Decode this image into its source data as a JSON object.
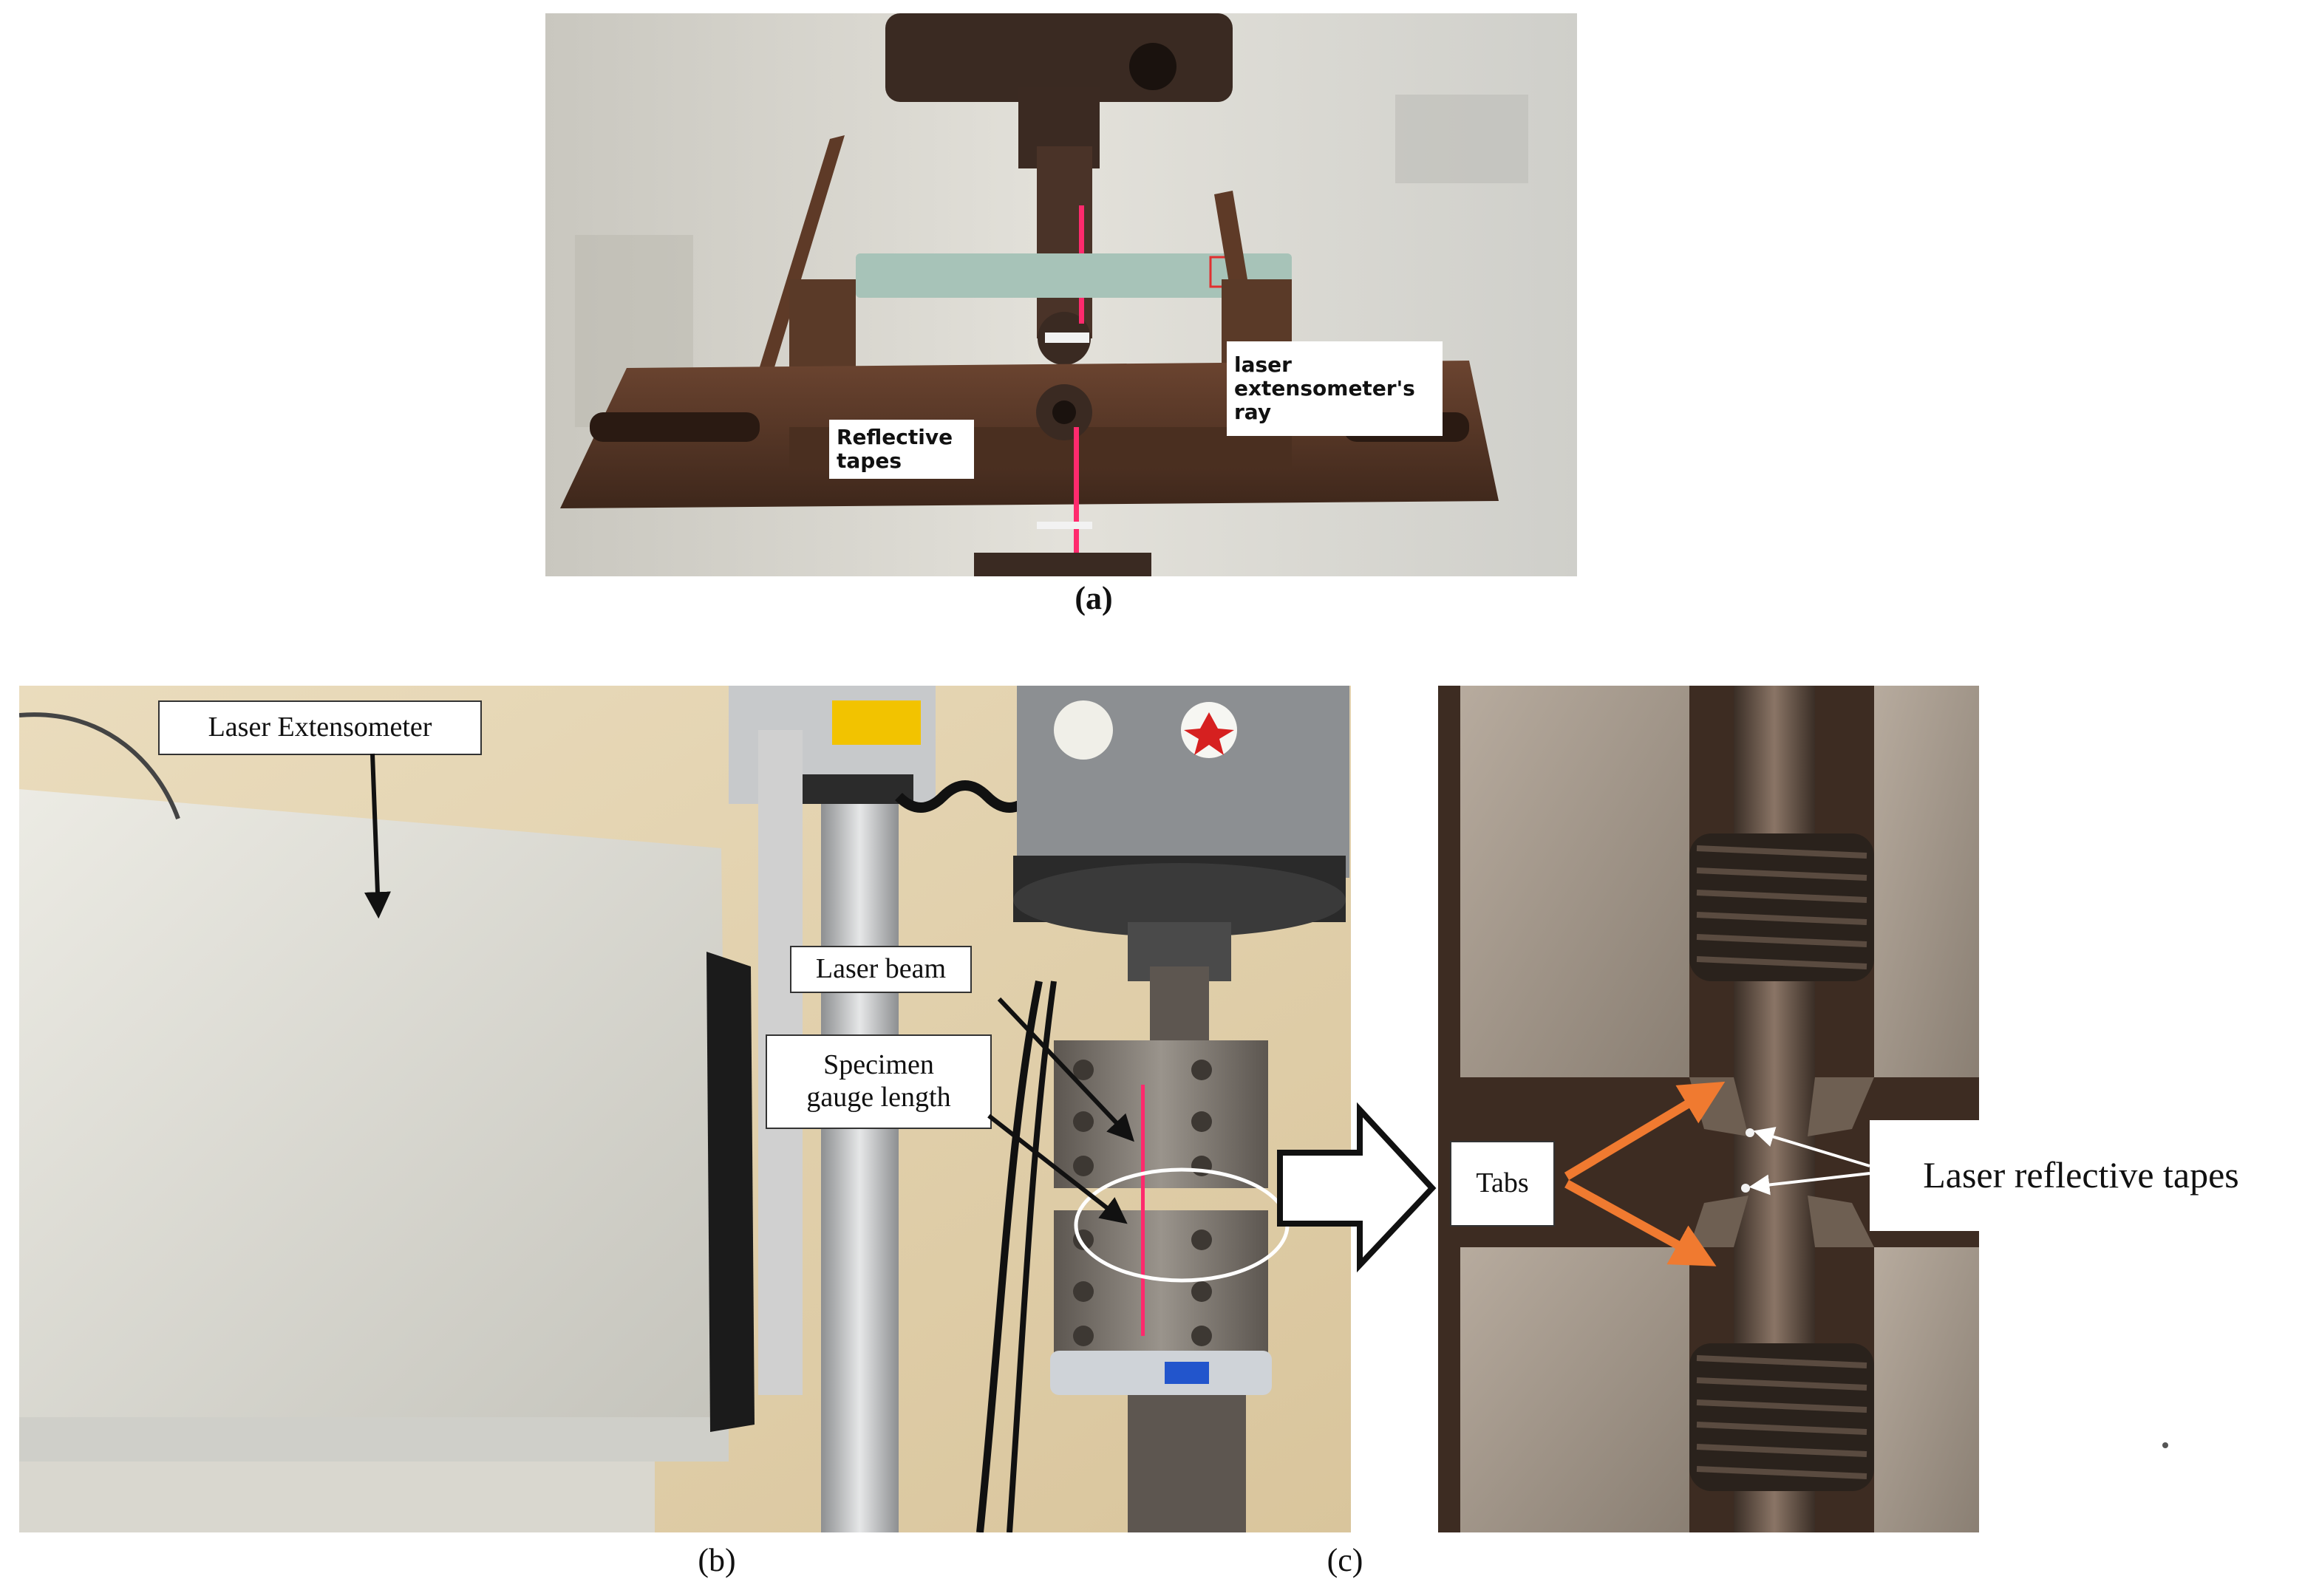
{
  "panels": {
    "a": {
      "caption": "(a)",
      "labels": {
        "reflective_tapes": "Reflective\ntapes",
        "laser_ray": "laser\nextensometer's\nray"
      }
    },
    "b": {
      "caption": "(b)",
      "labels": {
        "laser_extensometer": "Laser Extensometer",
        "laser_beam": "Laser beam",
        "specimen_gauge_length": "Specimen\ngauge length"
      }
    },
    "c": {
      "caption": "(c)",
      "labels": {
        "tabs": "Tabs",
        "laser_reflective_tapes": "Laser reflective tapes"
      }
    }
  },
  "colors": {
    "steel": "#5e3a27",
    "laser": "#ff2a6d",
    "orange_arrow": "#f07a30",
    "wall": "#e8d9b8",
    "extensometer_body": "#dcdcd4"
  }
}
